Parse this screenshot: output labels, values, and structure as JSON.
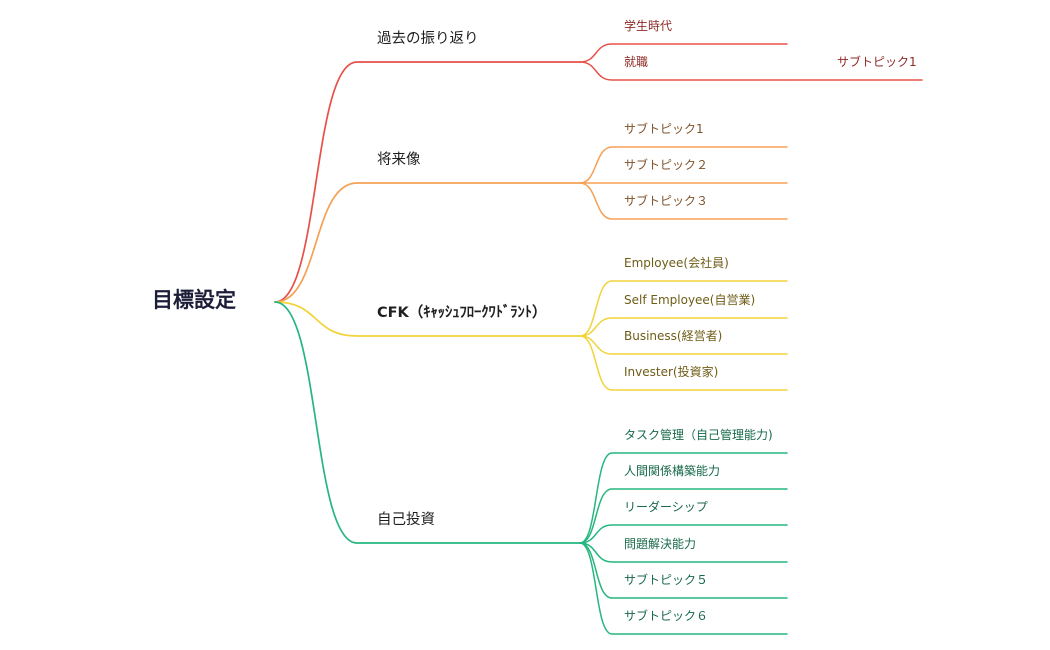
{
  "root": {
    "label": "目標設定"
  },
  "branches": [
    {
      "label": "過去の振り返り",
      "color": "#e8504a",
      "text_color": "#8f2a24",
      "children": [
        {
          "label": "学生時代"
        },
        {
          "label": "就職",
          "children": [
            {
              "label": "サブトピック1"
            }
          ]
        }
      ]
    },
    {
      "label": "将来像",
      "color": "#f5a156",
      "text_color": "#80522a",
      "children": [
        {
          "label": "サブトピック1"
        },
        {
          "label": "サブトピック２"
        },
        {
          "label": "サブトピック３"
        }
      ]
    },
    {
      "label": "CFK（ｷｬｯｼｭﾌﾛｰｸﾜﾄﾞﾗﾝﾄ）",
      "color": "#f2d33a",
      "text_color": "#6e5c16",
      "bold": true,
      "children": [
        {
          "label": "Employee(会社員)"
        },
        {
          "label": "Self Employee(自営業)"
        },
        {
          "label": "Business(経営者)"
        },
        {
          "label": "Invester(投資家)"
        }
      ]
    },
    {
      "label": "自己投資",
      "color": "#26b680",
      "text_color": "#17694a",
      "children": [
        {
          "label": "タスク管理（自己管理能力)"
        },
        {
          "label": "人間関係構築能力"
        },
        {
          "label": "リーダーシップ"
        },
        {
          "label": "問題解決能力"
        },
        {
          "label": "サブトピック５"
        },
        {
          "label": "サブトピック６"
        }
      ]
    }
  ]
}
